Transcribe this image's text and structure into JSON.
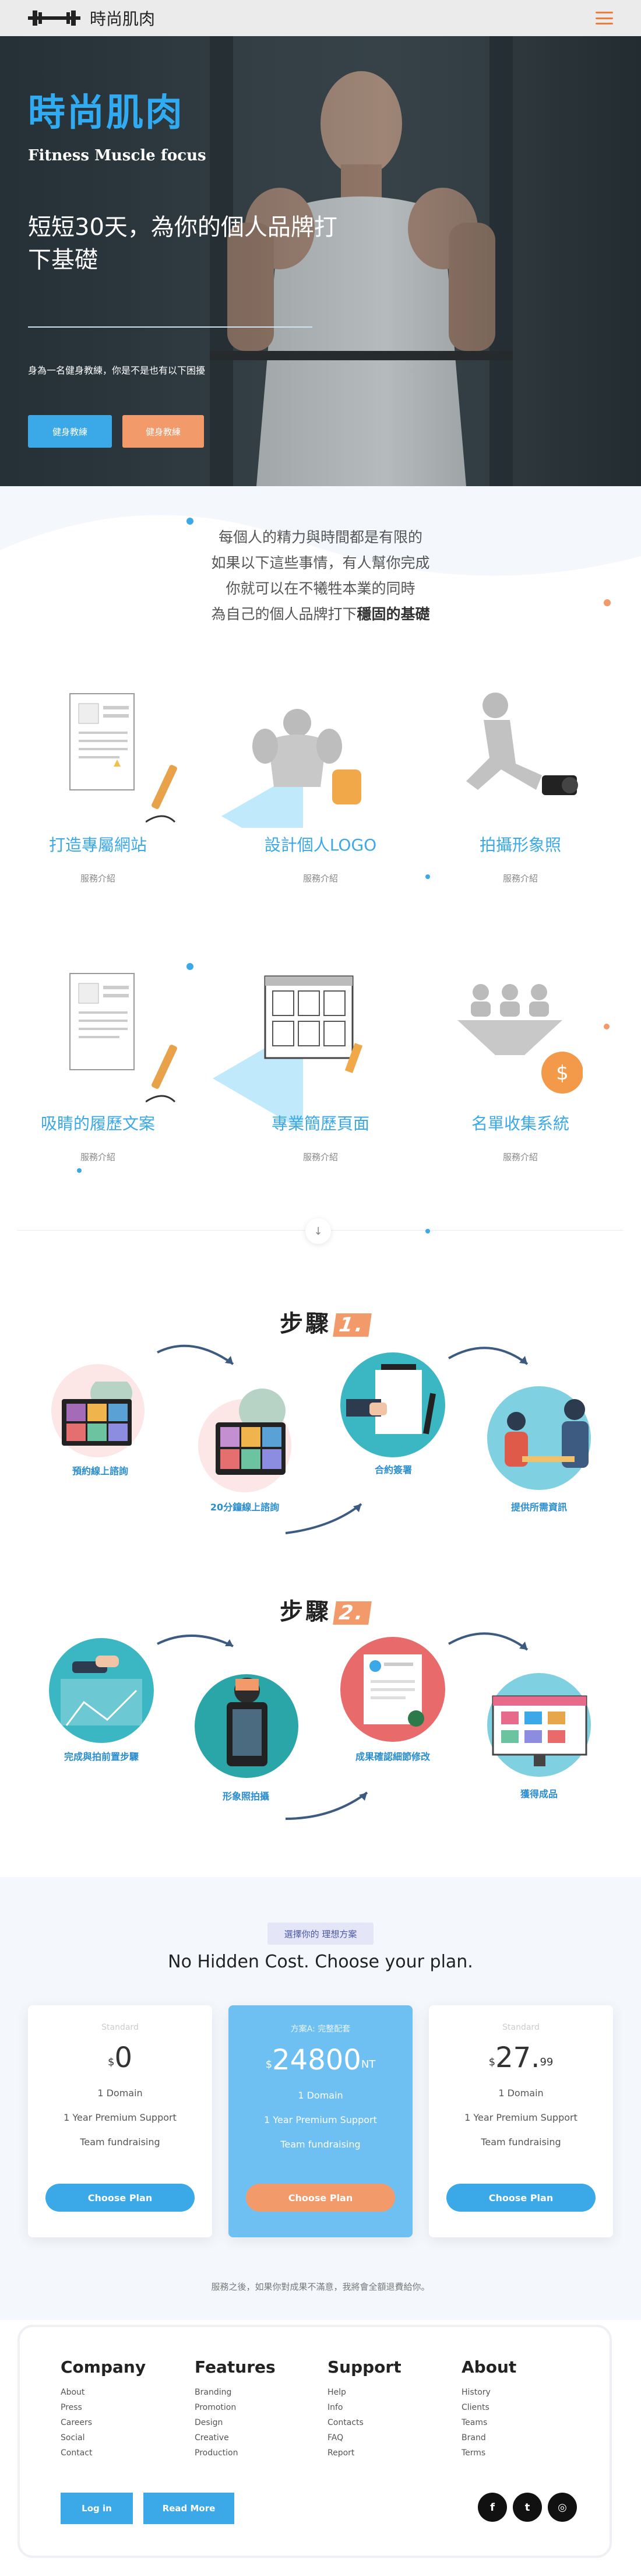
{
  "nav": {
    "brand": "時尚肌肉",
    "logo_icon": "dumbbell-icon",
    "menu_icon": "hamburger-menu-icon"
  },
  "hero": {
    "title": "時尚肌肉",
    "subtitle": "Fitness Muscle focus",
    "slogan": "短短30天，為你的個人品牌打下基礎",
    "small_text": "身為一名健身教練，你是不是也有以下困擾",
    "button_primary": "健身教練",
    "button_secondary": "健身教練"
  },
  "intro": {
    "line1": "每個人的精力與時間都是有限的",
    "line2": "如果以下這些事情，有人幫你完成",
    "line3": "你就可以在不犧牲本業的同時",
    "line4_prefix": "為自己的個人品牌打下",
    "line4_bold": "穩固的基礎"
  },
  "services": [
    {
      "title": "打造專屬網站",
      "sub": "服務介紹",
      "icon": "document-pen-icon"
    },
    {
      "title": "設計個人LOGO",
      "sub": "服務介紹",
      "icon": "muscle-logo-icon"
    },
    {
      "title": "拍攝形象照",
      "sub": "服務介紹",
      "icon": "camera-athlete-icon"
    },
    {
      "title": "吸睛的履歷文案",
      "sub": "服務介紹",
      "icon": "resume-pen-icon"
    },
    {
      "title": "專業簡歷頁面",
      "sub": "服務介紹",
      "icon": "gallery-page-icon"
    },
    {
      "title": "名單收集系統",
      "sub": "服務介紹",
      "icon": "funnel-money-icon"
    }
  ],
  "steps1": {
    "heading": "步驟",
    "number": "1.",
    "items": [
      {
        "label": "預約線上諮詢",
        "icon": "video-call-icon"
      },
      {
        "label": "20分鐘線上諮詢",
        "icon": "laptop-meeting-icon"
      },
      {
        "label": "合約簽署",
        "icon": "contract-sign-icon"
      },
      {
        "label": "提供所需資訊",
        "icon": "info-exchange-icon"
      }
    ]
  },
  "steps2": {
    "heading": "步驟",
    "number": "2.",
    "items": [
      {
        "label": "完成與拍前置步驟",
        "icon": "planning-icon"
      },
      {
        "label": "形象照拍攝",
        "icon": "photo-shoot-icon"
      },
      {
        "label": "成果確認細節修改",
        "icon": "review-icon"
      },
      {
        "label": "獲得成品",
        "icon": "website-result-icon"
      }
    ]
  },
  "pricing": {
    "badge": "選擇你的 理想方案",
    "title": "No Hidden Cost. Choose your plan.",
    "plans": [
      {
        "tier": "Standard",
        "currency": "$",
        "price": "0",
        "cents": "",
        "features": [
          "1 Domain",
          "1 Year Premium Support",
          "Team fundraising"
        ],
        "button": "Choose Plan"
      },
      {
        "tier": "方案A: 完整配套",
        "currency": "$",
        "price": "24800",
        "cents": "NT",
        "features": [
          "1 Domain",
          "1 Year Premium Support",
          "Team fundraising"
        ],
        "button": "Choose Plan"
      },
      {
        "tier": "Standard",
        "currency": "$",
        "price": "27.",
        "cents": "99",
        "features": [
          "1 Domain",
          "1 Year Premium Support",
          "Team fundraising"
        ],
        "button": "Choose Plan"
      }
    ],
    "note": "服務之後，如果你對成果不滿意，我將會全額退費給你。"
  },
  "footer": {
    "columns": [
      {
        "title": "Company",
        "links": [
          "About",
          "Press",
          "Careers",
          "Social",
          "Contact"
        ]
      },
      {
        "title": "Features",
        "links": [
          "Branding",
          "Promotion",
          "Design",
          "Creative",
          "Production"
        ]
      },
      {
        "title": "Support",
        "links": [
          "Help",
          "Info",
          "Contacts",
          "FAQ",
          "Report"
        ]
      },
      {
        "title": "About",
        "links": [
          "History",
          "Clients",
          "Teams",
          "Brand",
          "Terms"
        ]
      }
    ],
    "login": "Log in",
    "read_more": "Read More",
    "social": [
      {
        "icon": "facebook-icon",
        "glyph": "f"
      },
      {
        "icon": "twitter-icon",
        "glyph": "t"
      },
      {
        "icon": "instagram-icon",
        "glyph": "◎"
      }
    ]
  },
  "colors": {
    "accent": "#3ba9e8",
    "orange": "#f29a6a",
    "hero_title": "#30aaf0"
  }
}
